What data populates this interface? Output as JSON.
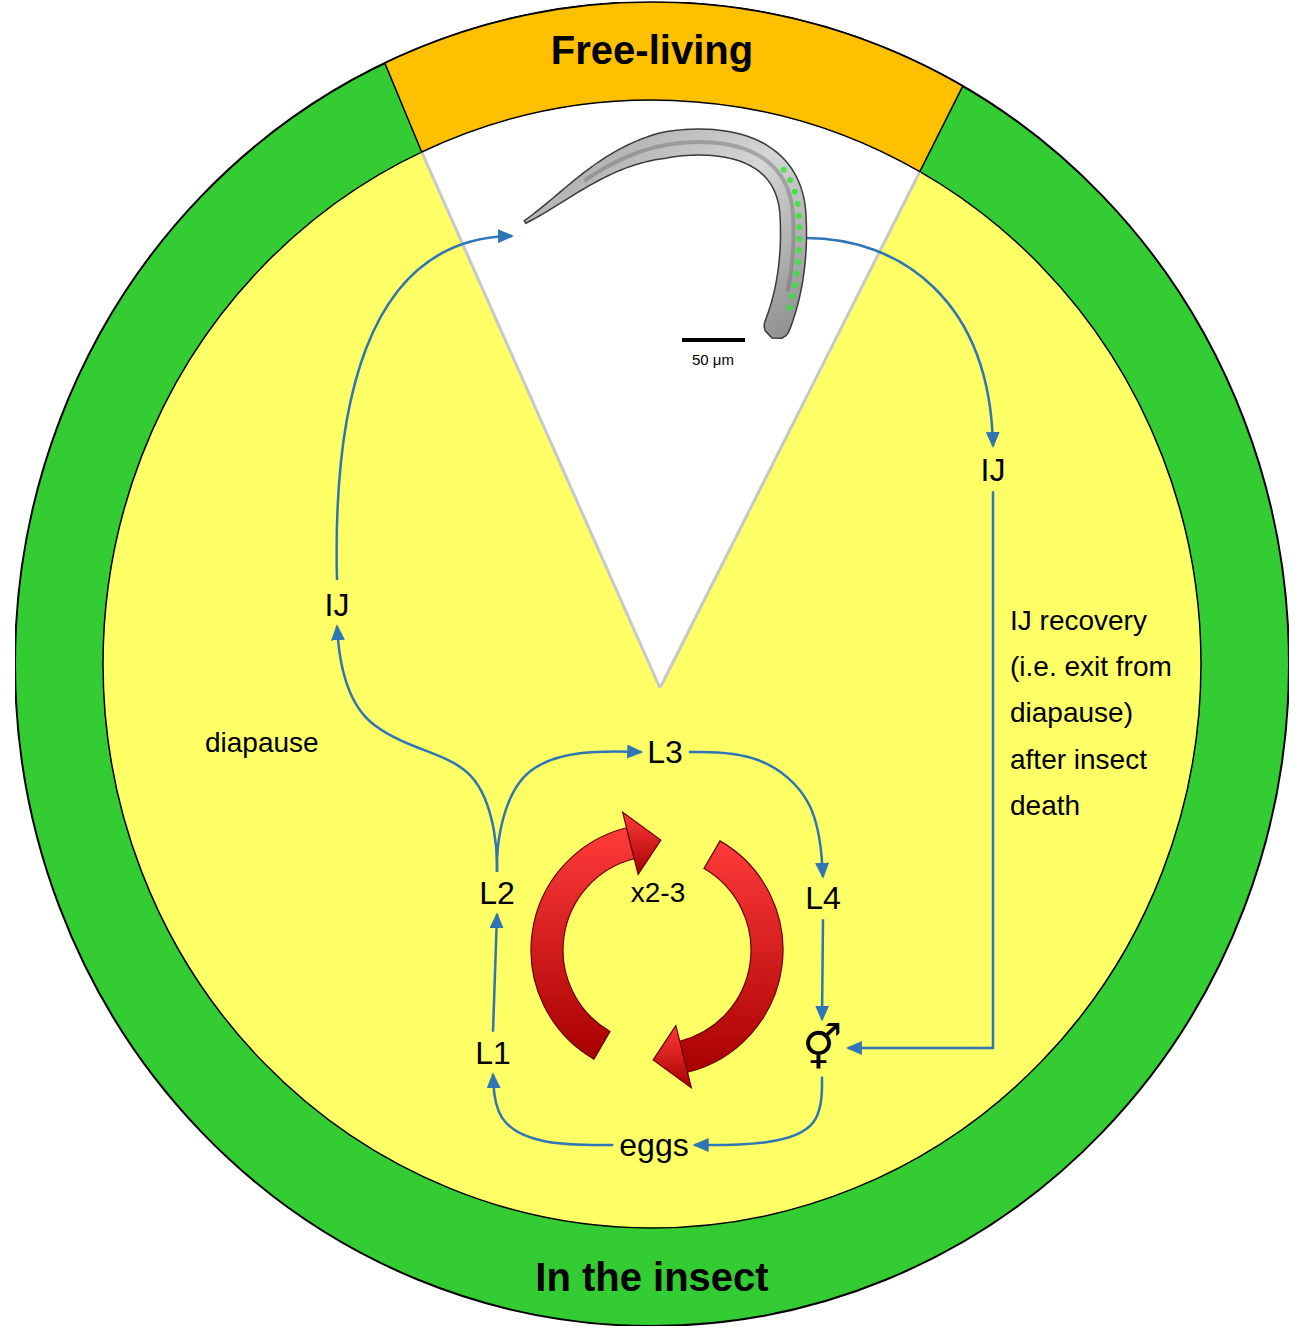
{
  "diagram": {
    "nodes": [
      {
        "text": [
          "Free-living"
        ]
      },
      {
        "text": [
          "In the insect"
        ]
      },
      {
        "text": [
          "IJ"
        ],
        "in": 1
      },
      {
        "text": [
          "IJ"
        ],
        "in": 1
      },
      {
        "text": [
          "L3"
        ],
        "in": 1
      },
      {
        "text": [
          "L2"
        ],
        "in": 1
      },
      {
        "text": [
          "L4"
        ],
        "in": 1
      },
      {
        "text": [
          "L1"
        ],
        "in": 1
      },
      {
        "text": [
          "⚥"
        ],
        "in": 1
      },
      {
        "text": [
          "eggs"
        ],
        "in": 1
      }
    ],
    "edges": [
      {
        "from": 5,
        "to": 3,
        "arrow": "to",
        "label": "diapause"
      },
      {
        "from": 5,
        "to": 4,
        "arrow": "to"
      },
      {
        "from": 4,
        "to": 6,
        "arrow": "to"
      },
      {
        "from": 6,
        "to": 8,
        "arrow": "to"
      },
      {
        "from": 8,
        "to": 9,
        "arrow": "to"
      },
      {
        "from": 9,
        "to": 7,
        "arrow": "to"
      },
      {
        "from": 7,
        "to": 5,
        "arrow": "to"
      },
      {
        "from": 2,
        "to": 8,
        "arrow": "to",
        "label": "IJ recovery (i.e. exit from diapause) after insect death"
      }
    ],
    "labels": [
      "50 μm",
      "x2-3"
    ]
  }
}
